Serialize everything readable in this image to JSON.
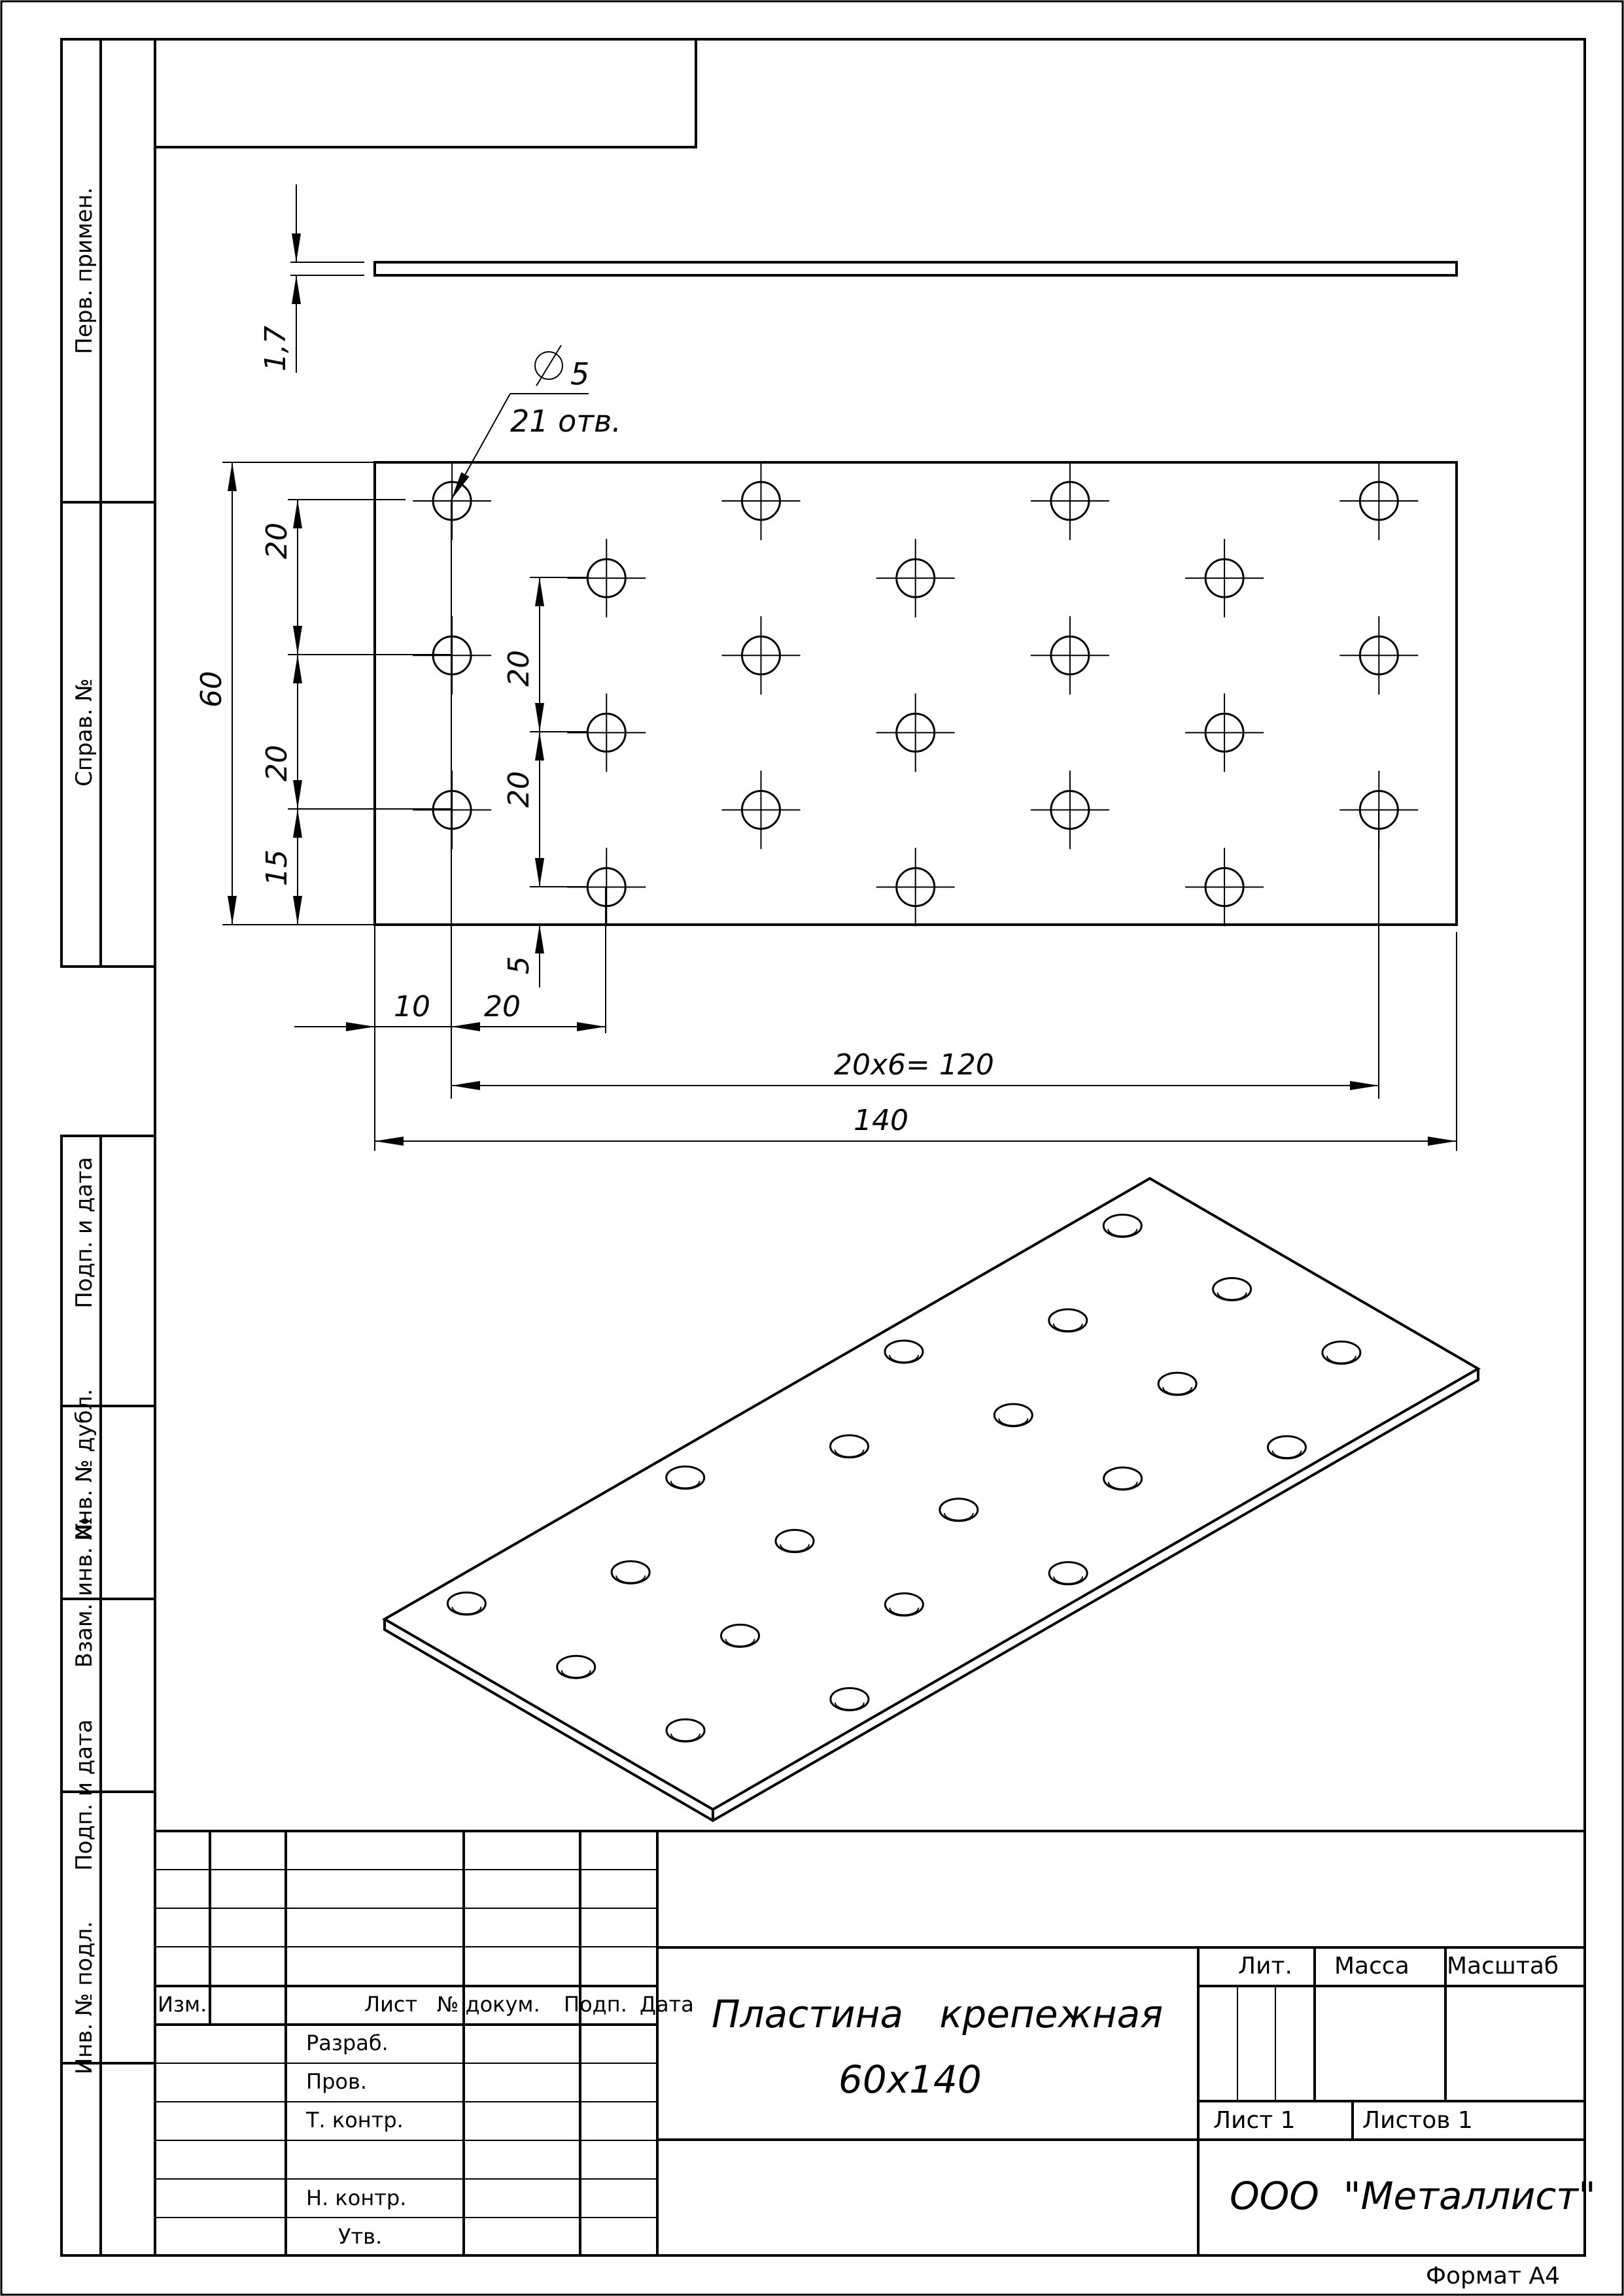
{
  "sidebar": {
    "perv_primen": "Перв. примен.",
    "sprav_no": "Справ. №",
    "podp_i_data_1": "Подп. и дата",
    "inv_no_dubl": "Инв. № дубл.",
    "vzam_inv_no": "Взам. инв. №",
    "podp_i_data_2": "Подп. и дата",
    "inv_no_podl": "Инв. № подл."
  },
  "dimensions": {
    "thickness": "1,7",
    "hole_diameter": "5",
    "hole_count": "21 отв.",
    "height_total": "60",
    "left_v1": "20",
    "left_v2": "20",
    "left_v3": "15",
    "mid_v1": "20",
    "mid_v2": "20",
    "mid_v3": "5",
    "h_offset_left": "10",
    "h_offset_mid": "20",
    "h_pitch": "20х6= 120",
    "h_total": "140"
  },
  "title_block": {
    "col_izm": "Изм.",
    "col_list": "Лист",
    "col_no_dokum": "№ докум.",
    "col_podp": "Подп.",
    "col_data": "Дата",
    "razrab": "Разраб.",
    "prov": "Пров.",
    "t_kontr": "Т. контр.",
    "n_kontr": "Н. контр.",
    "utv": "Утв.",
    "title_line1": "Пластина   крепежная",
    "title_line2": "60х140",
    "lit": "Лит.",
    "massa": "Масса",
    "masshtab": "Масштаб",
    "list": "Лист 1",
    "listov": "Листов 1",
    "company": "ООО  \"Металлист\""
  },
  "format": "Формат А4"
}
